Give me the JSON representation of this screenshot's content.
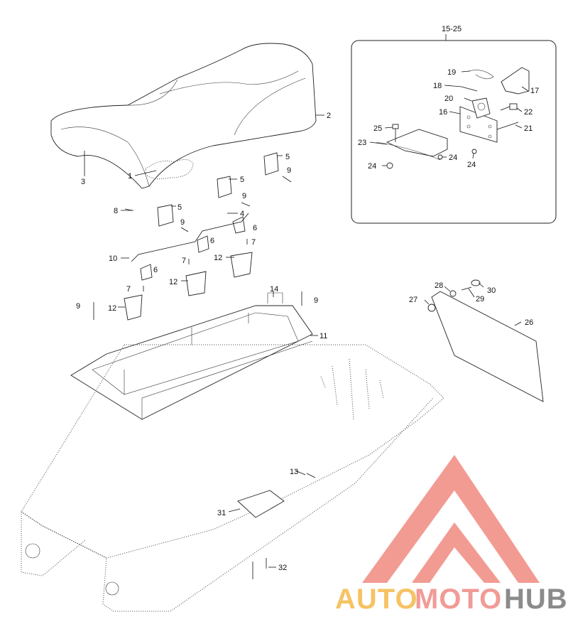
{
  "diagram": {
    "inset_title": "15-25",
    "callouts": [
      {
        "id": "c1",
        "text": "1"
      },
      {
        "id": "c2",
        "text": "2"
      },
      {
        "id": "c3",
        "text": "3"
      },
      {
        "id": "c4",
        "text": "4"
      },
      {
        "id": "c5a",
        "text": "5"
      },
      {
        "id": "c5b",
        "text": "5"
      },
      {
        "id": "c5c",
        "text": "5"
      },
      {
        "id": "c6a",
        "text": "6"
      },
      {
        "id": "c6b",
        "text": "6"
      },
      {
        "id": "c6c",
        "text": "6"
      },
      {
        "id": "c7a",
        "text": "7"
      },
      {
        "id": "c7b",
        "text": "7"
      },
      {
        "id": "c7c",
        "text": "7"
      },
      {
        "id": "c8",
        "text": "8"
      },
      {
        "id": "c9a",
        "text": "9"
      },
      {
        "id": "c9b",
        "text": "9"
      },
      {
        "id": "c9c",
        "text": "9"
      },
      {
        "id": "c9d",
        "text": "9"
      },
      {
        "id": "c9e",
        "text": "9"
      },
      {
        "id": "c10",
        "text": "10"
      },
      {
        "id": "c11",
        "text": "11"
      },
      {
        "id": "c12a",
        "text": "12"
      },
      {
        "id": "c12b",
        "text": "12"
      },
      {
        "id": "c12c",
        "text": "12"
      },
      {
        "id": "c13",
        "text": "13"
      },
      {
        "id": "c14",
        "text": "14"
      },
      {
        "id": "c16",
        "text": "16"
      },
      {
        "id": "c17",
        "text": "17"
      },
      {
        "id": "c18",
        "text": "18"
      },
      {
        "id": "c19",
        "text": "19"
      },
      {
        "id": "c20",
        "text": "20"
      },
      {
        "id": "c21",
        "text": "21"
      },
      {
        "id": "c22",
        "text": "22"
      },
      {
        "id": "c23",
        "text": "23"
      },
      {
        "id": "c24a",
        "text": "24"
      },
      {
        "id": "c24b",
        "text": "24"
      },
      {
        "id": "c24c",
        "text": "24"
      },
      {
        "id": "c25",
        "text": "25"
      },
      {
        "id": "c26",
        "text": "26"
      },
      {
        "id": "c27",
        "text": "27"
      },
      {
        "id": "c28",
        "text": "28"
      },
      {
        "id": "c29",
        "text": "29"
      },
      {
        "id": "c30",
        "text": "30"
      },
      {
        "id": "c31",
        "text": "31"
      },
      {
        "id": "c32",
        "text": "32"
      }
    ]
  },
  "watermark": {
    "part1": "AUTO",
    "part2": "MOTO",
    "part3": "HUB",
    "color_logo": "#f08a80",
    "color_auto": "#f5b94a",
    "color_moto": "#ef8a86",
    "color_hub": "#777777"
  }
}
